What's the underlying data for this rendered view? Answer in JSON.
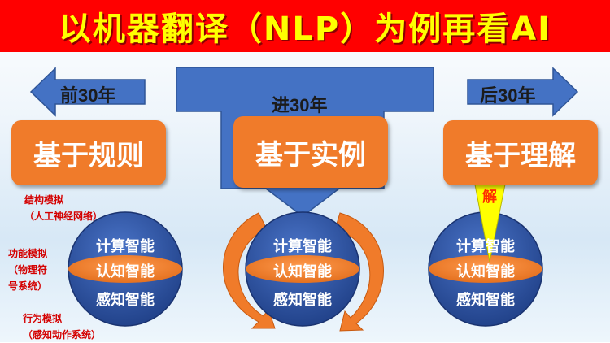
{
  "title": "以机器翻译（NLP）为例再看AI",
  "arrows": {
    "left": "前30年",
    "middle": "进30年",
    "right": "后30年"
  },
  "boxes": {
    "left": "基于规则",
    "middle": "基于实例",
    "right": "基于理解"
  },
  "side_notes": {
    "structure": [
      "结构模拟",
      "（人工神经网络）"
    ],
    "function": [
      "功能模拟",
      "（物理符",
      "号系统）"
    ],
    "behavior": [
      "行为模拟",
      "（感知动作系统）"
    ]
  },
  "orb_levels": {
    "top": "计算智能",
    "middle": "认知智能",
    "bottom": "感知智能"
  },
  "overlay_char": "解",
  "colors": {
    "title_bg": "#ff0000",
    "title_text": "#ffff00",
    "box": "#f07b2a",
    "arrow": "#4472c4",
    "orb": "#2f5597",
    "orb_band": "#f07b2a",
    "cycle": "#f07b2a",
    "cone": "#ffff00"
  }
}
